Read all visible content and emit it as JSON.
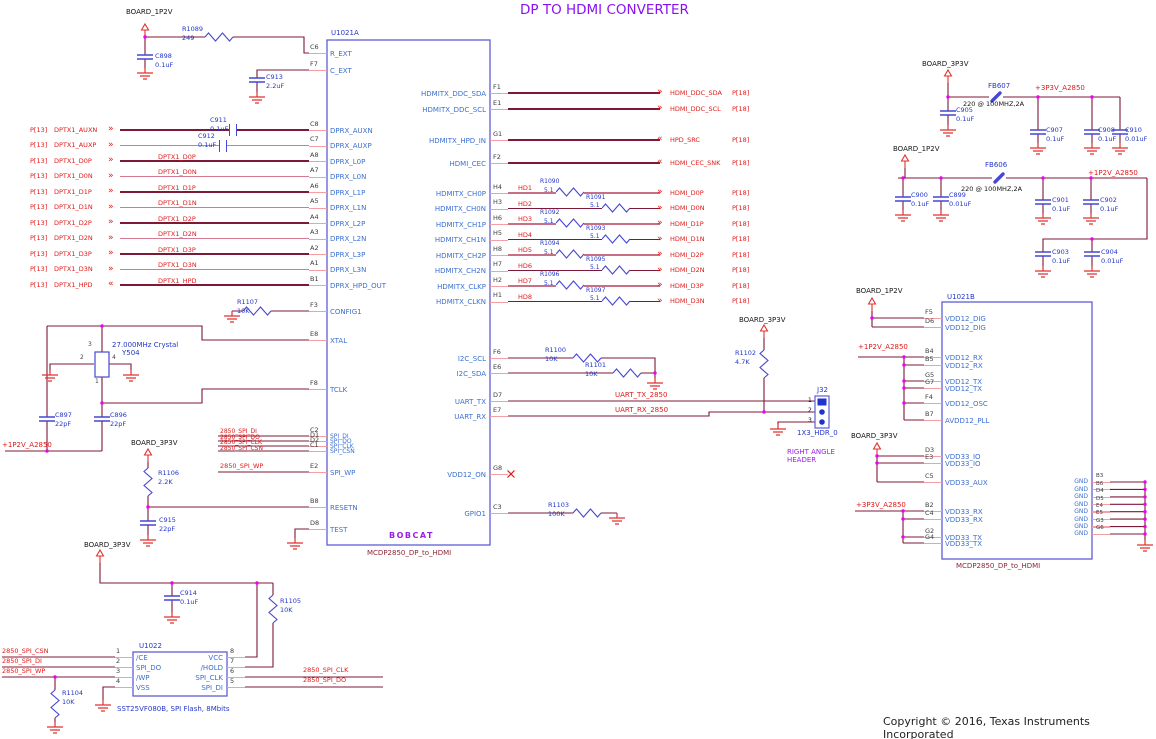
{
  "title": "DP TO HDMI CONVERTER",
  "copyright": "Copyright © 2016, Texas Instruments Incorporated",
  "flags": {
    "b1p2": "BOARD_1P2V",
    "b3p3": "BOARD_3P3V",
    "a1p2": "+1P2V_A2850",
    "a3p3": "+3P3V_A2850"
  },
  "u1021a": {
    "ref": "U1021A",
    "core": "BOBCAT",
    "part": "MCDP2850_DP_to_HDMI",
    "rext": {
      "num": "C6",
      "name": "R_EXT"
    },
    "cext": {
      "num": "F7",
      "name": "C_EXT"
    },
    "dprx": [
      {
        "num": "C8",
        "name": "DPRX_AUXN"
      },
      {
        "num": "C7",
        "name": "DPRX_AUXP"
      },
      {
        "num": "A8",
        "name": "DPRX_L0P"
      },
      {
        "num": "A7",
        "name": "DPRX_L0N"
      },
      {
        "num": "A6",
        "name": "DPRX_L1P"
      },
      {
        "num": "A5",
        "name": "DPRX_L1N"
      },
      {
        "num": "A4",
        "name": "DPRX_L2P"
      },
      {
        "num": "A3",
        "name": "DPRX_L2N"
      },
      {
        "num": "A2",
        "name": "DPRX_L3P"
      },
      {
        "num": "A1",
        "name": "DPRX_L3N"
      },
      {
        "num": "B1",
        "name": "DPRX_HPD_OUT"
      }
    ],
    "config1": {
      "num": "F3",
      "name": "CONFIG1"
    },
    "xtal": {
      "num": "E8",
      "name": "XTAL"
    },
    "tclk": {
      "num": "F8",
      "name": "TCLK"
    },
    "spi": [
      {
        "num": "C2",
        "name": "SPI_DI"
      },
      {
        "num": "D1",
        "name": "SPI_DO"
      },
      {
        "num": "D2",
        "name": "SPI_CLK"
      },
      {
        "num": "C1",
        "name": "SPI_CSN"
      }
    ],
    "spi_wp": {
      "num": "E2",
      "name": "SPI_WP"
    },
    "resetn": {
      "num": "B8",
      "name": "RESETN"
    },
    "test": {
      "num": "D8",
      "name": "TEST"
    },
    "ddc_sda": {
      "num": "F1",
      "name": "HDMITX_DDC_SDA"
    },
    "ddc_scl": {
      "num": "E1",
      "name": "HDMITX_DDC_SCL"
    },
    "hpd_in": {
      "num": "G1",
      "name": "HDMITX_HPD_IN"
    },
    "cec": {
      "num": "F2",
      "name": "HDMI_CEC"
    },
    "hdmi_ch": [
      {
        "num": "H4",
        "name": "HDMITX_CH0P"
      },
      {
        "num": "H3",
        "name": "HDMITX_CH0N"
      },
      {
        "num": "H6",
        "name": "HDMITX_CH1P"
      },
      {
        "num": "H5",
        "name": "HDMITX_CH1N"
      },
      {
        "num": "H8",
        "name": "HDMITX_CH2P"
      },
      {
        "num": "H7",
        "name": "HDMITX_CH2N"
      },
      {
        "num": "H2",
        "name": "HDMITX_CLKP"
      },
      {
        "num": "H1",
        "name": "HDMITX_CLKN"
      }
    ],
    "i2c_scl": {
      "num": "F6",
      "name": "I2C_SCL"
    },
    "i2c_sda": {
      "num": "E6",
      "name": "I2C_SDA"
    },
    "uart_tx": {
      "num": "D7",
      "name": "UART_TX"
    },
    "uart_rx": {
      "num": "E7",
      "name": "UART_RX"
    },
    "vdd12_on": {
      "num": "G8",
      "name": "VDD12_ON"
    },
    "gpio1": {
      "num": "C3",
      "name": "GPIO1"
    }
  },
  "dp_rows": [
    {
      "pg": "P[13]",
      "net": "DPTX1_AUXN",
      "arr": "»"
    },
    {
      "pg": "P[13]",
      "net": "DPTX1_AUXP",
      "arr": "»"
    },
    {
      "pg": "P[13]",
      "net": "DPTX1_D0P",
      "arr": "»",
      "lbl": "DPTX1_D0P"
    },
    {
      "pg": "P[13]",
      "net": "DPTX1_D0N",
      "arr": "»",
      "lbl": "DPTX1_D0N"
    },
    {
      "pg": "P[13]",
      "net": "DPTX1_D1P",
      "arr": "»",
      "lbl": "DPTX1_D1P"
    },
    {
      "pg": "P[13]",
      "net": "DPTX1_D1N",
      "arr": "»",
      "lbl": "DPTX1_D1N"
    },
    {
      "pg": "P[13]",
      "net": "DPTX1_D2P",
      "arr": "»",
      "lbl": "DPTX1_D2P"
    },
    {
      "pg": "P[13]",
      "net": "DPTX1_D2N",
      "arr": "»",
      "lbl": "DPTX1_D2N"
    },
    {
      "pg": "P[13]",
      "net": "DPTX1_D3P",
      "arr": "»",
      "lbl": "DPTX1_D3P"
    },
    {
      "pg": "P[13]",
      "net": "DPTX1_D3N",
      "arr": "»",
      "lbl": "DPTX1_D3N"
    },
    {
      "pg": "P[13]",
      "net": "DPTX1_HPD",
      "arr": "«",
      "lbl": "DPTX1_HPD"
    }
  ],
  "series_caps": [
    {
      "ref": "C911",
      "val": "0.1uF"
    },
    {
      "ref": "C912",
      "val": "0.1uF"
    }
  ],
  "hdmi_rows": [
    {
      "hd": "HD1",
      "res": "R1090",
      "val": "5.1",
      "arr": "»",
      "net": "HDMI_D0P",
      "pg": "P[18]"
    },
    {
      "hd": "HD2",
      "res": "R1091",
      "val": "5.1",
      "arr": "»",
      "net": "HDMI_D0N",
      "pg": "P[18]"
    },
    {
      "hd": "HD3",
      "res": "R1092",
      "val": "5.1",
      "arr": "»",
      "net": "HDMI_D1P",
      "pg": "P[18]"
    },
    {
      "hd": "HD4",
      "res": "R1093",
      "val": "5.1",
      "arr": "»",
      "net": "HDMI_D1N",
      "pg": "P[18]"
    },
    {
      "hd": "HD5",
      "res": "R1094",
      "val": "5.1",
      "arr": "»",
      "net": "HDMI_D2P",
      "pg": "P[18]"
    },
    {
      "hd": "HD6",
      "res": "R1095",
      "val": "5.1",
      "arr": "»",
      "net": "HDMI_D2N",
      "pg": "P[18]"
    },
    {
      "hd": "HD7",
      "res": "R1096",
      "val": "5.1",
      "arr": "»",
      "net": "HDMI_D3P",
      "pg": "P[18]"
    },
    {
      "hd": "HD8",
      "res": "R1097",
      "val": "5.1",
      "arr": "»",
      "net": "HDMI_D3N",
      "pg": "P[18]"
    }
  ],
  "ddc_rows": [
    {
      "arr": "»",
      "net": "HDMI_DDC_SDA",
      "pg": "P[18]"
    },
    {
      "arr": "»",
      "net": "HDMI_DDC_SCL",
      "pg": "P[18]"
    },
    {
      "arr": "«",
      "net": "HPD_SRC",
      "pg": "P[18]"
    },
    {
      "arr": "«",
      "net": "HDMI_CEC_SNK",
      "pg": "P[18]"
    }
  ],
  "parts": {
    "r1089": {
      "ref": "R1089",
      "val": "249"
    },
    "c898": {
      "ref": "C898",
      "val": "0.1uF"
    },
    "c913": {
      "ref": "C913",
      "val": "2.2uF"
    },
    "r1107": {
      "ref": "R1107",
      "val": "10K"
    },
    "y504": {
      "ref": "Y504",
      "desc": "27.000MHz Crystal",
      "p1": "1",
      "p2": "2",
      "p3": "3",
      "p4": "4"
    },
    "c897": {
      "ref": "C897",
      "val": "22pF"
    },
    "c896": {
      "ref": "C896",
      "val": "22pF"
    },
    "r1106": {
      "ref": "R1106",
      "val": "2.2K"
    },
    "c915": {
      "ref": "C915",
      "val": "22pF"
    },
    "r1100": {
      "ref": "R1100",
      "val": "10K"
    },
    "r1101": {
      "ref": "R1101",
      "val": "10K"
    },
    "r1102": {
      "ref": "R1102",
      "val": "4.7K"
    },
    "r1103": {
      "ref": "R1103",
      "val": "100K"
    },
    "r1104": {
      "ref": "R1104",
      "val": "10K"
    },
    "r1105": {
      "ref": "R1105",
      "val": "10K"
    },
    "c914": {
      "ref": "C914",
      "val": "0.1uF"
    },
    "fb607": {
      "ref": "FB607",
      "val": "220 @ 100MHZ,2A"
    },
    "fb606": {
      "ref": "FB606",
      "val": "220 @ 100MHZ,2A"
    },
    "c905": {
      "ref": "C905",
      "val": "0.1uF"
    },
    "c907": {
      "ref": "C907",
      "val": "0.1uF"
    },
    "c908": {
      "ref": "C908",
      "val": "0.1uF"
    },
    "c910": {
      "ref": "C910",
      "val": "0.01uF"
    },
    "c900": {
      "ref": "C900",
      "val": "0.1uF"
    },
    "c899": {
      "ref": "C899",
      "val": "0.01uF"
    },
    "c901": {
      "ref": "C901",
      "val": "0.1uF"
    },
    "c902": {
      "ref": "C902",
      "val": "0.1uF"
    },
    "c903": {
      "ref": "C903",
      "val": "0.1uF"
    },
    "c904": {
      "ref": "C904",
      "val": "0.01uF"
    }
  },
  "nets": {
    "uart_tx": "UART_TX_2850",
    "uart_rx": "UART_RX_2850",
    "spi_di": "2850_SPI_DI",
    "spi_do": "2850_SPI_DO",
    "spi_clk": "2850_SPI_CLK",
    "spi_csn": "2850_SPI_CSN",
    "spi_wp": "2850_SPI_WP"
  },
  "j32": {
    "ref": "J32",
    "part": "1X3_HDR_0",
    "note1": "RIGHT ANGLE",
    "note2": "HEADER",
    "p1": "1",
    "p2": "2",
    "p3": "3"
  },
  "u1022": {
    "ref": "U1022",
    "part": "SST25VF080B, SPI Flash, 8Mbits",
    "left": [
      {
        "num": "1",
        "name": "/CE"
      },
      {
        "num": "2",
        "name": "SPI_DO"
      },
      {
        "num": "3",
        "name": "/WP"
      },
      {
        "num": "4",
        "name": "VSS"
      }
    ],
    "right": [
      {
        "num": "8",
        "name": "VCC"
      },
      {
        "num": "7",
        "name": "/HOLD"
      },
      {
        "num": "6",
        "name": "SPI_CLK"
      },
      {
        "num": "5",
        "name": "SPI_DI"
      }
    ]
  },
  "u1021b": {
    "ref": "U1021B",
    "part": "MCDP2850_DP_to_HDMI",
    "left": [
      {
        "num": "F5",
        "name": "VDD12_DIG"
      },
      {
        "num": "D6",
        "name": "VDD12_DIG"
      },
      {
        "num": "B4",
        "name": "VDD12_RX"
      },
      {
        "num": "B5",
        "name": "VDD12_RX"
      },
      {
        "num": "G5",
        "name": "VDD12_TX"
      },
      {
        "num": "G7",
        "name": "VDD12_TX"
      },
      {
        "num": "F4",
        "name": "VDD12_OSC"
      },
      {
        "num": "B7",
        "name": "AVDD12_PLL"
      },
      {
        "num": "D3",
        "name": "VDD33_IO"
      },
      {
        "num": "E3",
        "name": "VDD33_IO"
      },
      {
        "num": "C5",
        "name": "VDD33_AUX"
      },
      {
        "num": "B2",
        "name": "VDD33_RX"
      },
      {
        "num": "C4",
        "name": "VDD33_RX"
      },
      {
        "num": "G2",
        "name": "VDD33_TX"
      },
      {
        "num": "G4",
        "name": "VDD33_TX"
      }
    ],
    "gnd": [
      {
        "num": "B3",
        "name": "GND"
      },
      {
        "num": "B6",
        "name": "GND"
      },
      {
        "num": "D4",
        "name": "GND"
      },
      {
        "num": "D5",
        "name": "GND"
      },
      {
        "num": "E4",
        "name": "GND"
      },
      {
        "num": "E5",
        "name": "GND"
      },
      {
        "num": "G3",
        "name": "GND"
      },
      {
        "num": "G6",
        "name": "GND"
      }
    ]
  }
}
